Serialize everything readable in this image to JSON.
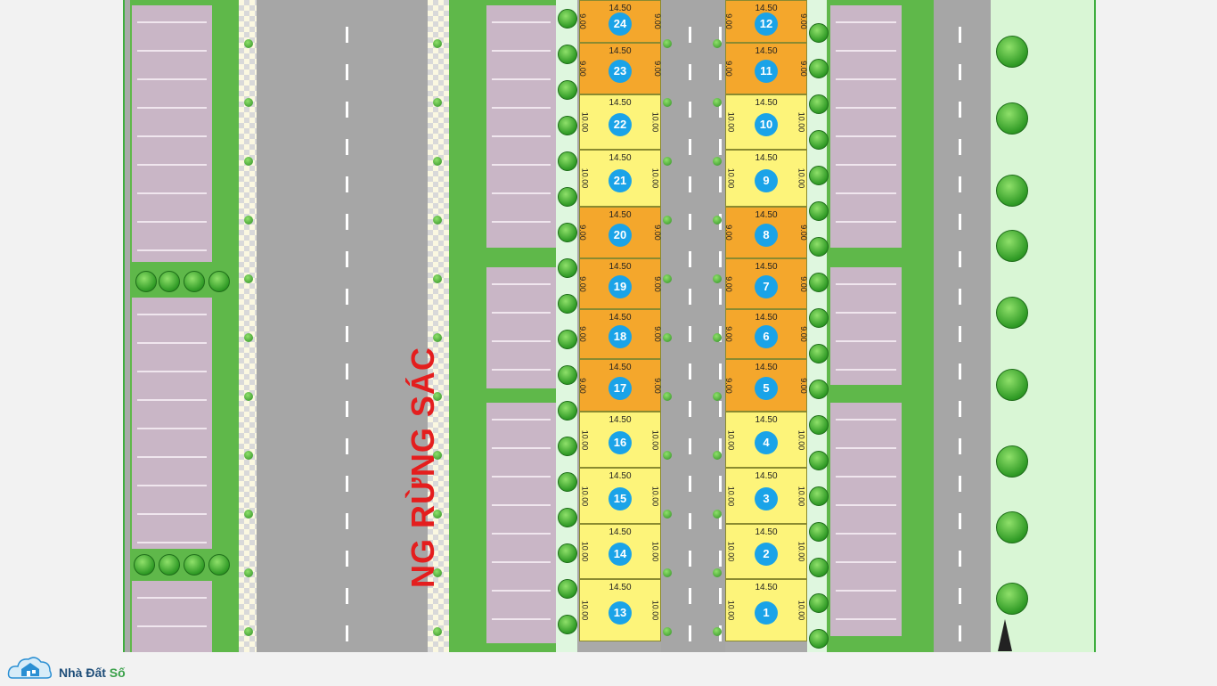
{
  "street_name": "NG RỪNG SÁC",
  "logo": {
    "part1": "Nhà Đất ",
    "part2": "Số"
  },
  "colors": {
    "lot_yellow": "#fdf47a",
    "lot_orange": "#f4a72c",
    "lot_number": "#1aa3e8",
    "street_name": "#e41e1e"
  },
  "lot_width": "14.50",
  "left_column": [
    {
      "num": "24",
      "depth": "9.00",
      "type": "o"
    },
    {
      "num": "23",
      "depth": "9.00",
      "type": "o"
    },
    {
      "num": "22",
      "depth": "10.00",
      "type": "y"
    },
    {
      "num": "21",
      "depth": "10.00",
      "type": "y"
    },
    {
      "num": "20",
      "depth": "9.00",
      "type": "o"
    },
    {
      "num": "19",
      "depth": "9.00",
      "type": "o"
    },
    {
      "num": "18",
      "depth": "9.00",
      "type": "o"
    },
    {
      "num": "17",
      "depth": "9.00",
      "type": "o"
    },
    {
      "num": "16",
      "depth": "10.00",
      "type": "y"
    },
    {
      "num": "15",
      "depth": "10.00",
      "type": "y"
    },
    {
      "num": "14",
      "depth": "10.00",
      "type": "y"
    },
    {
      "num": "13",
      "depth": "10.00",
      "type": "y"
    }
  ],
  "right_column": [
    {
      "num": "12",
      "depth": "9.00",
      "type": "o"
    },
    {
      "num": "11",
      "depth": "9.00",
      "type": "o"
    },
    {
      "num": "10",
      "depth": "10.00",
      "type": "y"
    },
    {
      "num": "9",
      "depth": "10.00",
      "type": "y"
    },
    {
      "num": "8",
      "depth": "9.00",
      "type": "o"
    },
    {
      "num": "7",
      "depth": "9.00",
      "type": "o"
    },
    {
      "num": "6",
      "depth": "9.00",
      "type": "o"
    },
    {
      "num": "5",
      "depth": "9.00",
      "type": "o"
    },
    {
      "num": "4",
      "depth": "10.00",
      "type": "y"
    },
    {
      "num": "3",
      "depth": "10.00",
      "type": "y"
    },
    {
      "num": "2",
      "depth": "10.00",
      "type": "y"
    },
    {
      "num": "1",
      "depth": "10.00",
      "type": "y"
    }
  ]
}
